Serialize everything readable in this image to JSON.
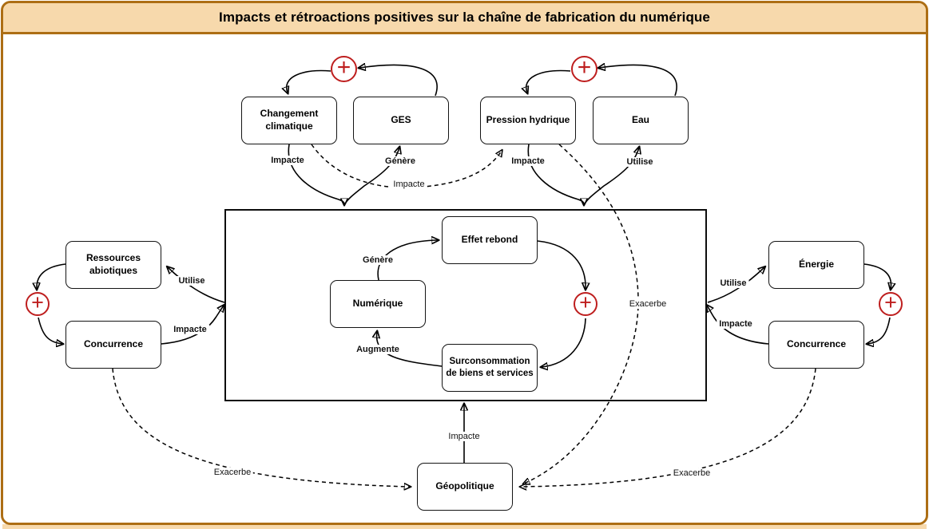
{
  "title": "Impacts et rétroactions positives sur la chaîne de fabrication du numérique",
  "colors": {
    "frame_border": "#AD6E14",
    "frame_fill": "#F7D9AC",
    "loop_color": "#BE1E1E",
    "line_color": "#000000",
    "node_fill": "#FFFFFF"
  },
  "feedback_sign": "+",
  "nodes": {
    "changement_climatique": "Changement climatique",
    "ges": "GES",
    "pression_hydrique": "Pression hydrique",
    "eau": "Eau",
    "ressources_abiotiques": "Ressources abiotiques",
    "concurrence_gauche": "Concurrence",
    "energie": "Énergie",
    "concurrence_droite": "Concurrence",
    "effet_rebond": "Effet rebond",
    "numerique": "Numérique",
    "surconsommation": "Surconsommation de biens et services",
    "geopolitique": "Géopolitique"
  },
  "labels": {
    "impacte_changement": "Impacte",
    "genere_ges": "Génère",
    "impacte_dashed": "Impacte",
    "impacte_pression": "Impacte",
    "utilise_eau": "Utilise",
    "utilise_ressources": "Utilise",
    "impacte_concurrence_gauche": "Impacte",
    "utilise_energie": "Utilise",
    "impacte_concurrence_droite": "Impacte",
    "genere_effet_rebond": "Génère",
    "augmente_numerique": "Augmente",
    "exacerbe_centre": "Exacerbe",
    "exacerbe_gauche": "Exacerbe",
    "exacerbe_droite": "Exacerbe",
    "impacte_geopolitique": "Impacte"
  },
  "edges": [
    {
      "from": "chaine_numerique",
      "to": "ges",
      "label": "Génère",
      "style": "solid"
    },
    {
      "from": "ges",
      "to": "changement_climatique",
      "label": "+",
      "style": "loop"
    },
    {
      "from": "changement_climatique",
      "to": "chaine_numerique",
      "label": "Impacte",
      "style": "solid"
    },
    {
      "from": "changement_climatique",
      "to": "pression_hydrique",
      "label": "Impacte",
      "style": "dashed"
    },
    {
      "from": "chaine_numerique",
      "to": "eau",
      "label": "Utilise",
      "style": "solid"
    },
    {
      "from": "eau",
      "to": "pression_hydrique",
      "label": "+",
      "style": "loop"
    },
    {
      "from": "pression_hydrique",
      "to": "chaine_numerique",
      "label": "Impacte",
      "style": "solid"
    },
    {
      "from": "pression_hydrique",
      "to": "geopolitique",
      "label": "Exacerbe",
      "style": "dashed"
    },
    {
      "from": "chaine_numerique",
      "to": "ressources_abiotiques",
      "label": "Utilise",
      "style": "solid"
    },
    {
      "from": "ressources_abiotiques",
      "to": "concurrence_gauche",
      "label": "+",
      "style": "loop"
    },
    {
      "from": "concurrence_gauche",
      "to": "chaine_numerique",
      "label": "Impacte",
      "style": "solid"
    },
    {
      "from": "concurrence_gauche",
      "to": "geopolitique",
      "label": "Exacerbe",
      "style": "dashed"
    },
    {
      "from": "chaine_numerique",
      "to": "energie",
      "label": "Utilise",
      "style": "solid"
    },
    {
      "from": "energie",
      "to": "concurrence_droite",
      "label": "+",
      "style": "loop"
    },
    {
      "from": "concurrence_droite",
      "to": "chaine_numerique",
      "label": "Impacte",
      "style": "solid"
    },
    {
      "from": "concurrence_droite",
      "to": "geopolitique",
      "label": "Exacerbe",
      "style": "dashed"
    },
    {
      "from": "numerique",
      "to": "effet_rebond",
      "label": "Génère",
      "style": "solid"
    },
    {
      "from": "effet_rebond",
      "to": "surconsommation",
      "label": "+",
      "style": "loop"
    },
    {
      "from": "surconsommation",
      "to": "numerique",
      "label": "Augmente",
      "style": "solid"
    },
    {
      "from": "geopolitique",
      "to": "chaine_numerique",
      "label": "Impacte",
      "style": "solid"
    }
  ]
}
